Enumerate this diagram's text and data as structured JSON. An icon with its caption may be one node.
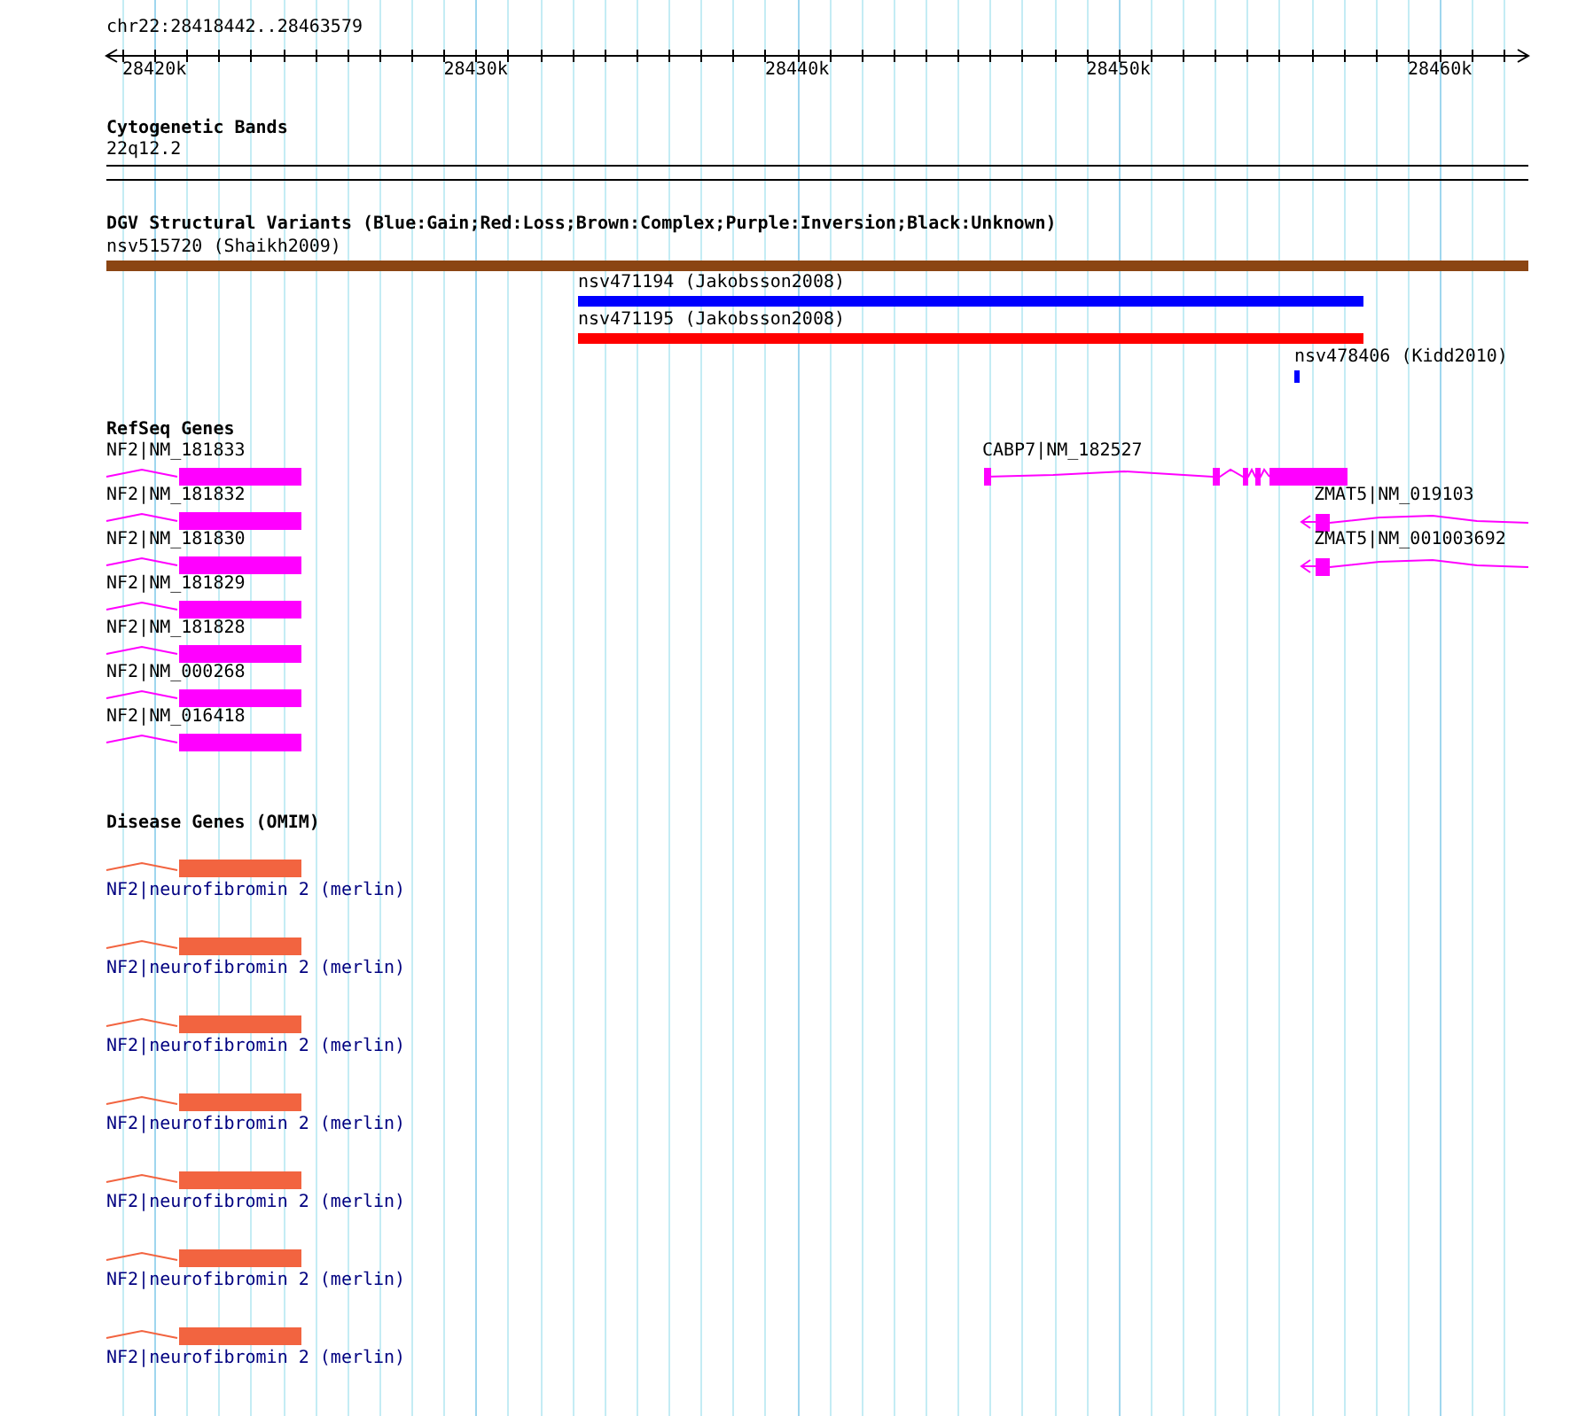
{
  "diagram": {
    "title": "chr22:28418442..28463579",
    "nodes": [
      {
        "text": [
          "nsv515720 (Shaikh2009)"
        ]
      },
      {
        "text": [
          "nsv471194 (Jakobsson2008)"
        ]
      },
      {
        "text": [
          "nsv471195 (Jakobsson2008)"
        ]
      },
      {
        "text": [
          "nsv478406 (Kidd2010)"
        ]
      },
      {
        "text": [
          "NF2|NM_181833"
        ]
      },
      {
        "text": [
          "NF2|NM_181832"
        ]
      },
      {
        "text": [
          "NF2|NM_181830"
        ]
      },
      {
        "text": [
          "NF2|NM_181829"
        ]
      },
      {
        "text": [
          "NF2|NM_181828"
        ]
      },
      {
        "text": [
          "NF2|NM_000268"
        ]
      },
      {
        "text": [
          "NF2|NM_016418"
        ]
      },
      {
        "text": [
          "CABP7|NM_182527"
        ]
      },
      {
        "text": [
          "ZMAT5|NM_019103"
        ]
      },
      {
        "text": [
          "ZMAT5|NM_001003692"
        ]
      },
      {
        "text": [
          "NF2|neurofibromin 2 (merlin)"
        ]
      },
      {
        "text": [
          "NF2|neurofibromin 2 (merlin)"
        ]
      },
      {
        "text": [
          "NF2|neurofibromin 2 (merlin)"
        ]
      },
      {
        "text": [
          "NF2|neurofibromin 2 (merlin)"
        ]
      },
      {
        "text": [
          "NF2|neurofibromin 2 (merlin)"
        ]
      },
      {
        "text": [
          "NF2|neurofibromin 2 (merlin)"
        ]
      },
      {
        "text": [
          "NF2|neurofibromin 2 (merlin)"
        ]
      }
    ],
    "labels": [
      "28420k",
      "28430k",
      "28440k",
      "28450k",
      "28460k",
      "Cytogenetic Bands",
      "22q12.2",
      "DGV Structural Variants (Blue:Gain;Red:Loss;Brown:Complex;Purple:Inversion;Black:Unknown)",
      "RefSeq Genes",
      "Disease Genes (OMIM)"
    ]
  }
}
